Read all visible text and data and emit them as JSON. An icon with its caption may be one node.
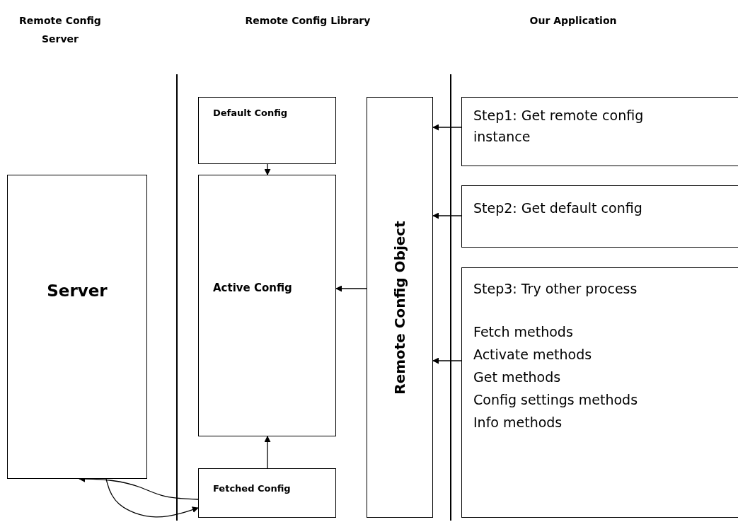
{
  "diagram": {
    "nodes": [
      {
        "text": [
          "Server"
        ]
      },
      {
        "text": [
          "Default Config"
        ]
      },
      {
        "text": [
          "Active Config"
        ]
      },
      {
        "text": [
          "Fetched Config"
        ]
      },
      {
        "text": [
          "Remote Config Object"
        ]
      },
      {
        "text": [
          "Step1: Get remote config instance"
        ]
      },
      {
        "text": [
          "Step2: Get default config"
        ]
      },
      {
        "text": [
          "Step3: Try other process",
          "Fetch methods",
          "Activate methods",
          "Get methods",
          "Config settings methods",
          "Info methods"
        ]
      }
    ],
    "edges": [
      {
        "from": 1,
        "to": 2,
        "arrow": "to"
      },
      {
        "from": 3,
        "to": 2,
        "arrow": "to"
      },
      {
        "from": 4,
        "to": 2,
        "arrow": "to"
      },
      {
        "from": 5,
        "to": 4,
        "arrow": "to"
      },
      {
        "from": 6,
        "to": 4,
        "arrow": "to"
      },
      {
        "from": 7,
        "to": 4,
        "arrow": "to"
      },
      {
        "from": 3,
        "to": 0,
        "arrow": "to"
      },
      {
        "from": 0,
        "to": 3,
        "arrow": "to"
      }
    ],
    "labels": [
      "Remote Config Server",
      "Remote Config Library",
      "Our Application"
    ]
  }
}
